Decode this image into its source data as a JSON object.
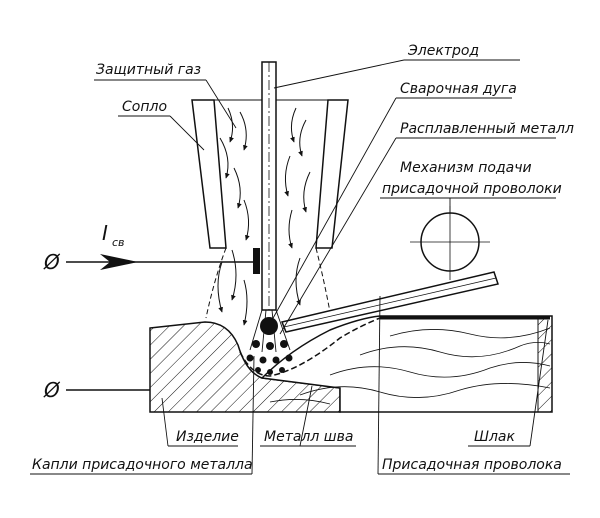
{
  "diagram": {
    "labels": {
      "electrode": "Электрод",
      "shielding_gas": "Защитный газ",
      "welding_arc": "Сварочная дуга",
      "nozzle": "Сопло",
      "molten_metal": "Расплавленный металл",
      "feed_mechanism_line1": "Механизм подачи",
      "feed_mechanism_line2": "присадочной проволоки",
      "workpiece": "Изделие",
      "weld_metal": "Металл шва",
      "slag": "Шлак",
      "filler_drops": "Капли присадочного металла",
      "filler_wire": "Присадочная проволока"
    },
    "current_symbol": "I",
    "current_subscript": "св",
    "terminal_symbol": "Ø",
    "colors": {
      "ink": "#111111",
      "background": "#ffffff"
    }
  }
}
